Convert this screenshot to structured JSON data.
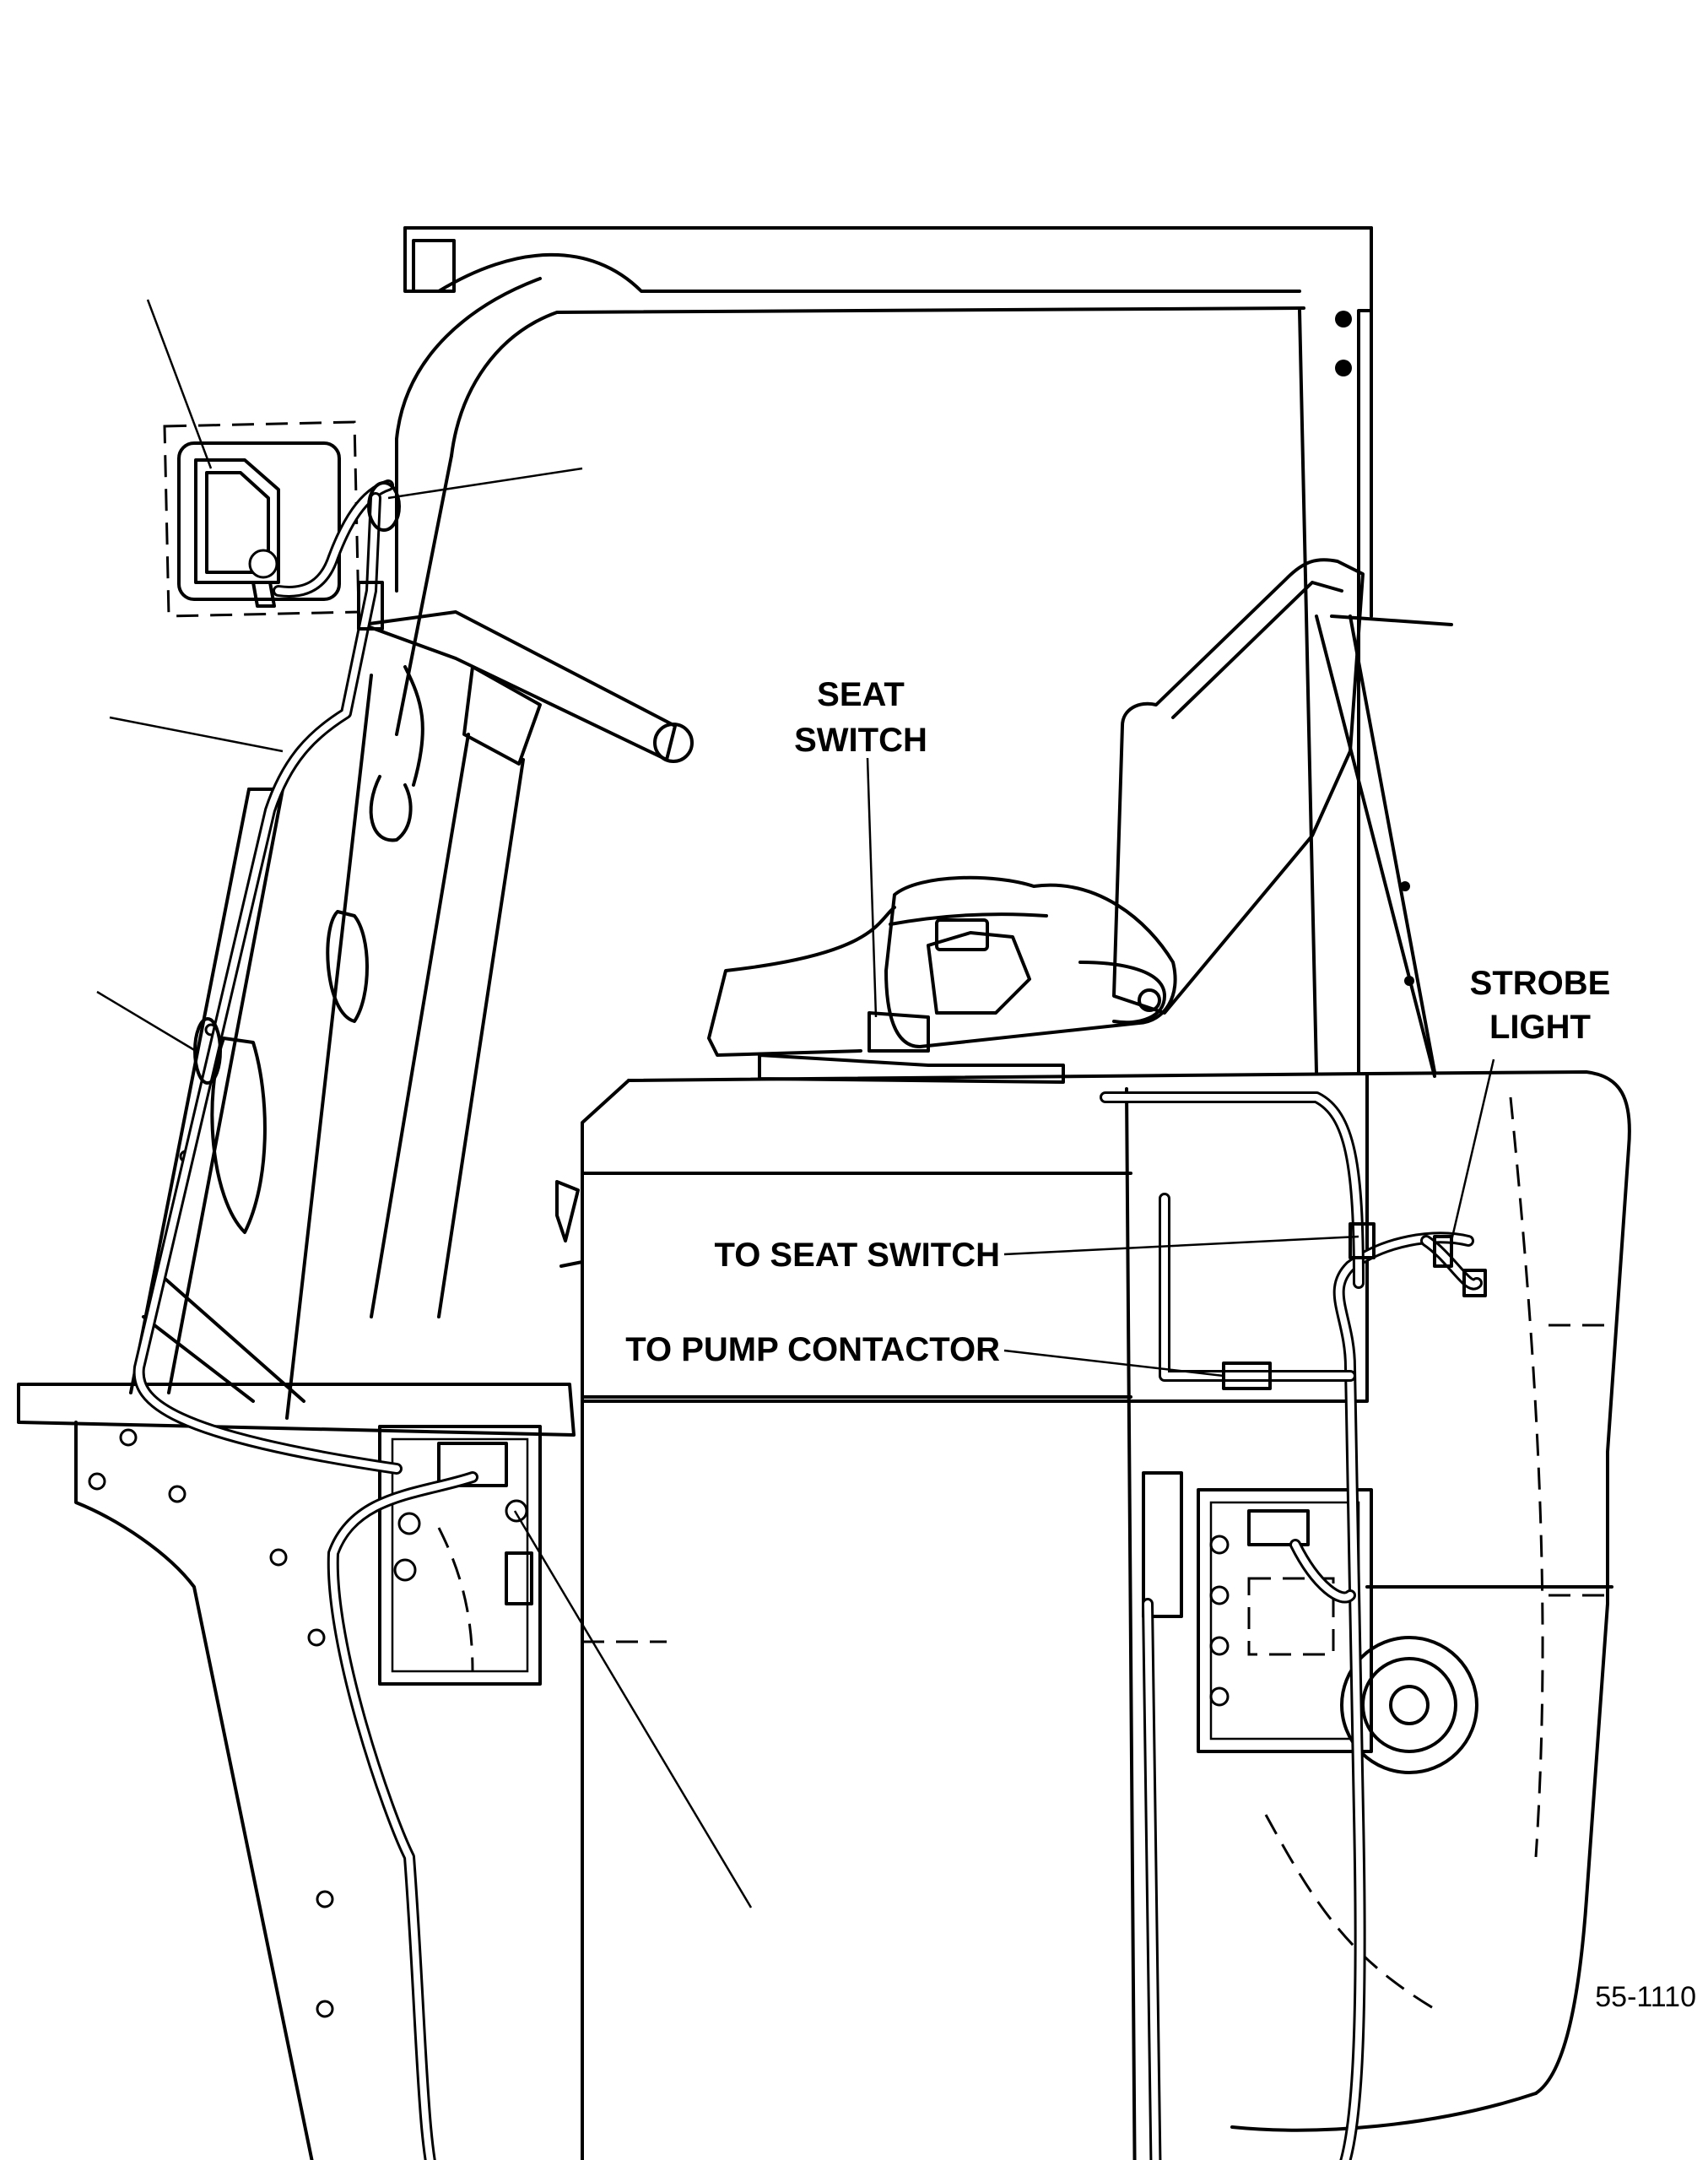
{
  "labels": {
    "seat_switch_line1": "SEAT",
    "seat_switch_line2": "SWITCH",
    "strobe_line1": "STROBE",
    "strobe_line2": "LIGHT",
    "to_seat_switch": "TO SEAT SWITCH",
    "to_pump_contactor": "TO PUMP CONTACTOR"
  },
  "figure_number": "55-1110"
}
